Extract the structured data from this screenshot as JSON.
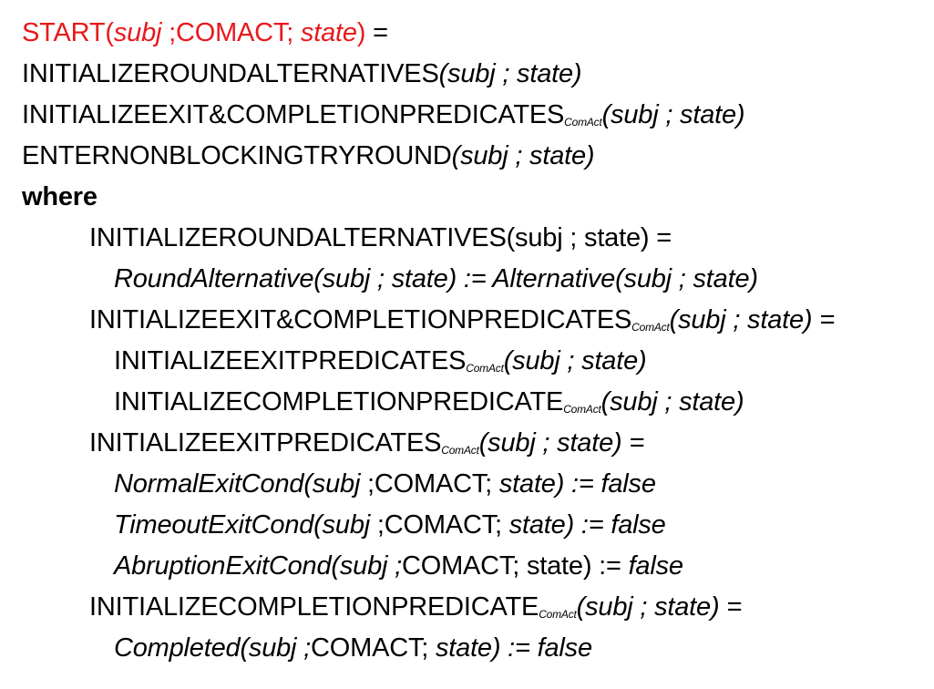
{
  "colors": {
    "text": "#000000",
    "highlight": "#e8191c",
    "background": "#ffffff"
  },
  "lines": [
    {
      "indent": 0,
      "spans": [
        {
          "t": "START(",
          "s": "red"
        },
        {
          "t": "subj",
          "s": "red it"
        },
        {
          "t": " ;COMACT; ",
          "s": "red"
        },
        {
          "t": "state",
          "s": "red it"
        },
        {
          "t": ")",
          "s": "red"
        },
        {
          "t": " =",
          "s": ""
        }
      ]
    },
    {
      "indent": 0,
      "spans": [
        {
          "t": "INITIALIZEROUNDALTERNATIVES",
          "s": ""
        },
        {
          "t": "(subj ; state)",
          "s": "it"
        }
      ]
    },
    {
      "indent": 0,
      "spans": [
        {
          "t": "INITIALIZEEXIT&COMPLETIONPREDICATES",
          "s": ""
        },
        {
          "t": "ComAct",
          "s": "sub"
        },
        {
          "t": "(subj ; state)",
          "s": "it"
        }
      ]
    },
    {
      "indent": 0,
      "spans": [
        {
          "t": "ENTERNONBLOCKINGTRYROUND",
          "s": ""
        },
        {
          "t": "(subj ; state)",
          "s": "it"
        }
      ]
    },
    {
      "indent": 0,
      "spans": [
        {
          "t": "where",
          "s": "b"
        }
      ]
    },
    {
      "indent": 1,
      "spans": [
        {
          "t": "INITIALIZEROUNDALTERNATIVES(subj ; state) =",
          "s": ""
        }
      ]
    },
    {
      "indent": 2,
      "spans": [
        {
          "t": "RoundAlternative(subj ; state) := Alternative(subj ; state)",
          "s": "it"
        }
      ]
    },
    {
      "indent": 1,
      "spans": [
        {
          "t": "INITIALIZEEXIT&COMPLETIONPREDICATES",
          "s": ""
        },
        {
          "t": "ComAct",
          "s": "sub"
        },
        {
          "t": "(subj ; state) =",
          "s": "it"
        }
      ]
    },
    {
      "indent": 2,
      "spans": [
        {
          "t": "INITIALIZEEXITPREDICATES",
          "s": ""
        },
        {
          "t": "ComAct",
          "s": "sub"
        },
        {
          "t": "(subj ; state)",
          "s": "it"
        }
      ]
    },
    {
      "indent": 2,
      "spans": [
        {
          "t": "INITIALIZECOMPLETIONPREDICATE",
          "s": ""
        },
        {
          "t": "ComAct",
          "s": "sub"
        },
        {
          "t": "(subj ; state)",
          "s": "it"
        }
      ]
    },
    {
      "indent": 1,
      "spans": [
        {
          "t": "INITIALIZEEXITPREDICATES",
          "s": ""
        },
        {
          "t": "ComAct",
          "s": "sub"
        },
        {
          "t": "(subj ; state) =",
          "s": "it"
        }
      ]
    },
    {
      "indent": 2,
      "spans": [
        {
          "t": "NormalExitCond(subj",
          "s": "it"
        },
        {
          "t": " ;COMACT; ",
          "s": ""
        },
        {
          "t": "state) := false",
          "s": "it"
        }
      ]
    },
    {
      "indent": 2,
      "spans": [
        {
          "t": "TimeoutExitCond(subj",
          "s": "it"
        },
        {
          "t": " ;COMACT; ",
          "s": ""
        },
        {
          "t": "state) := false",
          "s": "it"
        }
      ]
    },
    {
      "indent": 2,
      "spans": [
        {
          "t": "AbruptionExitCond(subj ;",
          "s": "it"
        },
        {
          "t": "COMACT; state) := ",
          "s": ""
        },
        {
          "t": "false",
          "s": "it"
        }
      ]
    },
    {
      "indent": 1,
      "spans": [
        {
          "t": "INITIALIZECOMPLETIONPREDICATE",
          "s": ""
        },
        {
          "t": "ComAct",
          "s": "sub"
        },
        {
          "t": "(subj ; state) =",
          "s": "it"
        }
      ]
    },
    {
      "indent": 2,
      "spans": [
        {
          "t": "Completed(subj ;",
          "s": "it"
        },
        {
          "t": "COMACT; ",
          "s": ""
        },
        {
          "t": "state) := false",
          "s": "it"
        }
      ]
    }
  ]
}
